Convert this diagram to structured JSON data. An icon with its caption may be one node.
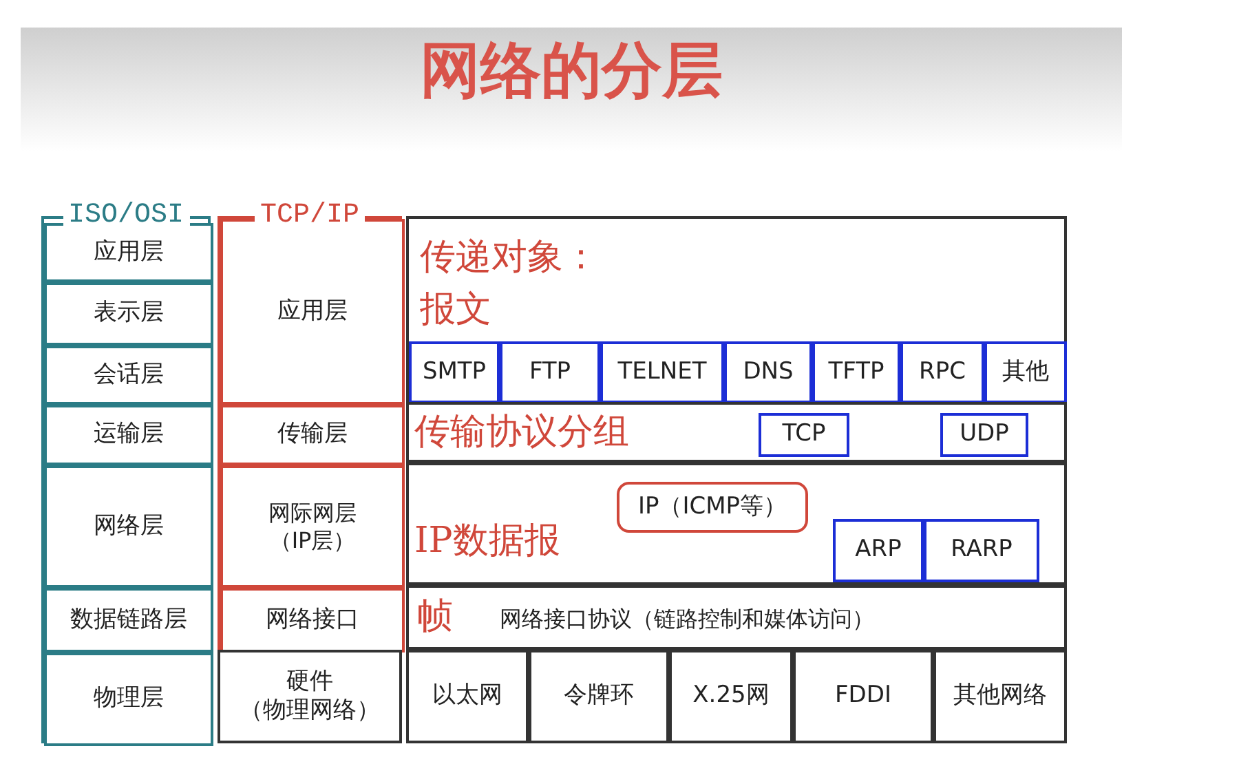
{
  "diagram": {
    "title": "网络的分层",
    "nodes": [
      {
        "text": [
          "ISO/OSI"
        ]
      },
      {
        "text": [
          "应用层"
        ],
        "in": 0
      },
      {
        "text": [
          "表示层"
        ],
        "in": 0
      },
      {
        "text": [
          "会话层"
        ],
        "in": 0
      },
      {
        "text": [
          "运输层"
        ],
        "in": 0
      },
      {
        "text": [
          "网络层"
        ],
        "in": 0
      },
      {
        "text": [
          "数据链路层"
        ],
        "in": 0
      },
      {
        "text": [
          "物理层"
        ],
        "in": 0
      },
      {
        "text": [
          "TCP/IP"
        ]
      },
      {
        "text": [
          "应用层"
        ],
        "in": 8
      },
      {
        "text": [
          "传输层"
        ],
        "in": 8
      },
      {
        "text": [
          "网际网层（IP层）"
        ],
        "in": 8
      },
      {
        "text": [
          "网络接口"
        ],
        "in": 8
      },
      {
        "text": [
          "硬件（物理网络）"
        ]
      },
      {
        "text": [
          "传递对象：报文"
        ]
      },
      {
        "text": [
          "SMTP"
        ],
        "in": 14
      },
      {
        "text": [
          "FTP"
        ],
        "in": 14
      },
      {
        "text": [
          "TELNET"
        ],
        "in": 14
      },
      {
        "text": [
          "DNS"
        ],
        "in": 14
      },
      {
        "text": [
          "TFTP"
        ],
        "in": 14
      },
      {
        "text": [
          "RPC"
        ],
        "in": 14
      },
      {
        "text": [
          "其他"
        ],
        "in": 14
      },
      {
        "text": [
          "传输协议分组"
        ]
      },
      {
        "text": [
          "TCP"
        ],
        "in": 22
      },
      {
        "text": [
          "UDP"
        ],
        "in": 22
      },
      {
        "text": [
          "IP数据报"
        ]
      },
      {
        "text": [
          "IP（ICMP等）"
        ],
        "in": 25
      },
      {
        "text": [
          "ARP"
        ],
        "in": 25
      },
      {
        "text": [
          "RARP"
        ],
        "in": 25
      },
      {
        "text": [
          "帧",
          "网络接口协议（链路控制和媒体访问）"
        ]
      },
      {
        "text": [
          "以太网"
        ]
      },
      {
        "text": [
          "令牌环"
        ]
      },
      {
        "text": [
          "X.25网"
        ]
      },
      {
        "text": [
          "FDDI"
        ]
      },
      {
        "text": [
          "其他网络"
        ]
      }
    ]
  }
}
